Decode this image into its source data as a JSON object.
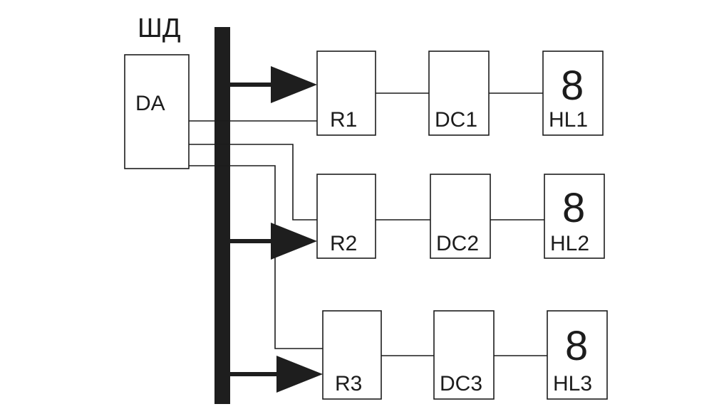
{
  "bus": {
    "label": "ШД"
  },
  "controller": {
    "label": "DA"
  },
  "channels": [
    {
      "register": "R1",
      "decoder": "DC1",
      "indicator": "HL1",
      "digit": "8"
    },
    {
      "register": "R2",
      "decoder": "DC2",
      "indicator": "HL2",
      "digit": "8"
    },
    {
      "register": "R3",
      "decoder": "DC3",
      "indicator": "HL3",
      "digit": "8"
    }
  ],
  "colors": {
    "ink": "#1c1c1c",
    "background": "#ffffff"
  }
}
